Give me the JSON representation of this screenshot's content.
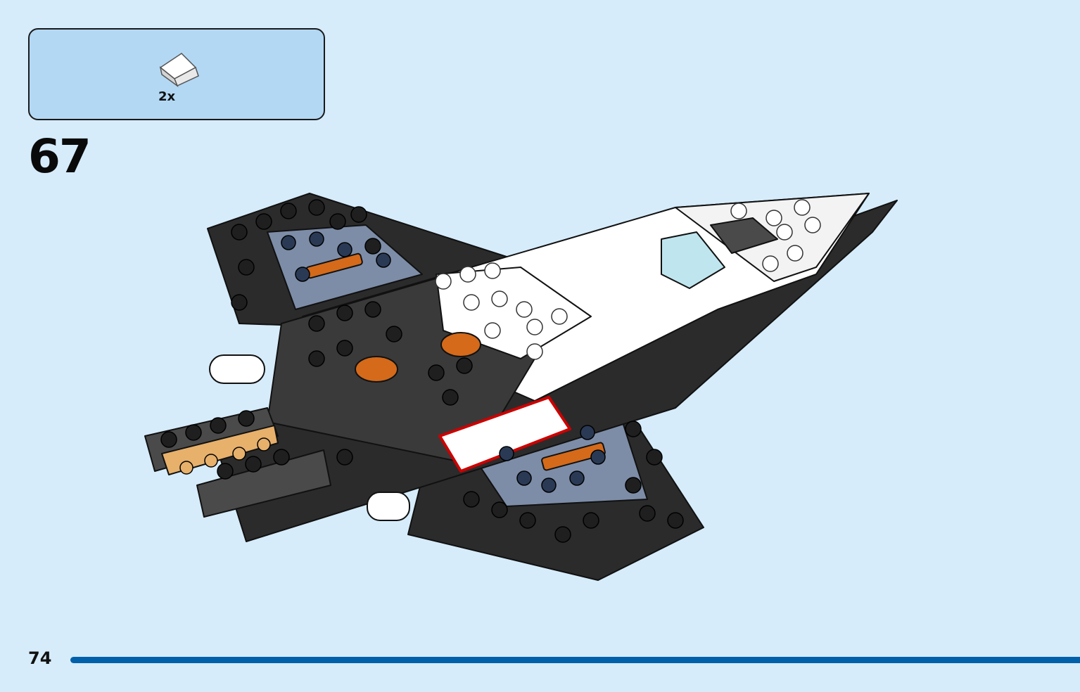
{
  "parts_callout": {
    "part_icon": "slope-brick-icon",
    "part_color": "#ffffff",
    "quantity": "2x"
  },
  "step": {
    "number": "67"
  },
  "illustration": {
    "subject": "spaceship-model",
    "colors": {
      "black": "#2b2b2b",
      "dark_gray": "#4a4a4a",
      "white": "#ffffff",
      "sand_blue": "#7d8da8",
      "orange": "#d46a1a",
      "trans_orange": "#e7b06b",
      "highlight": "#cc0000"
    }
  },
  "footer": {
    "page_number": "74",
    "rule_color": "#0060a9"
  }
}
